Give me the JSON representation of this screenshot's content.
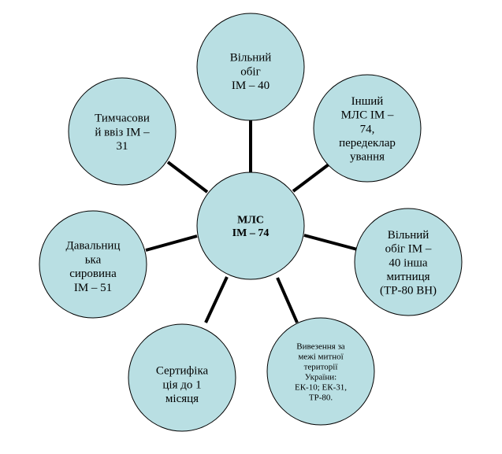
{
  "diagram": {
    "fill_color": "#b9dfe3",
    "line_color": "#000000",
    "center": {
      "lines": [
        "МЛС",
        "ІМ – 74"
      ]
    },
    "nodes": [
      {
        "id": "vilnyi-obig",
        "lines": [
          "Вільний",
          "обіг",
          "ІМ – 40"
        ]
      },
      {
        "id": "inshyi-mls",
        "lines": [
          "Інший",
          "МЛС ІМ –",
          "74,",
          "передеклар",
          "ування"
        ]
      },
      {
        "id": "vilnyi-obig-insha-mytnytsia",
        "lines": [
          "Вільний",
          "обіг ІМ –",
          "40 інша",
          "митниця",
          "(ТР-80 ВН)"
        ]
      },
      {
        "id": "vyvezennia",
        "lines": [
          "Вивезення за",
          "межі митної",
          "території",
          "України:",
          "ЕК-10; ЕК-31,",
          "ТР-80."
        ]
      },
      {
        "id": "sertyfikatsiia",
        "lines": [
          "Сертифіка",
          "ція до 1",
          "місяця"
        ]
      },
      {
        "id": "davalnytska-syrovyna",
        "lines": [
          "Давальниц",
          "ька",
          "сировина",
          "ІМ – 51"
        ]
      },
      {
        "id": "tymchasovyi-vviz",
        "lines": [
          "Тимчасови",
          "й ввіз ІМ –",
          "31"
        ]
      }
    ]
  }
}
